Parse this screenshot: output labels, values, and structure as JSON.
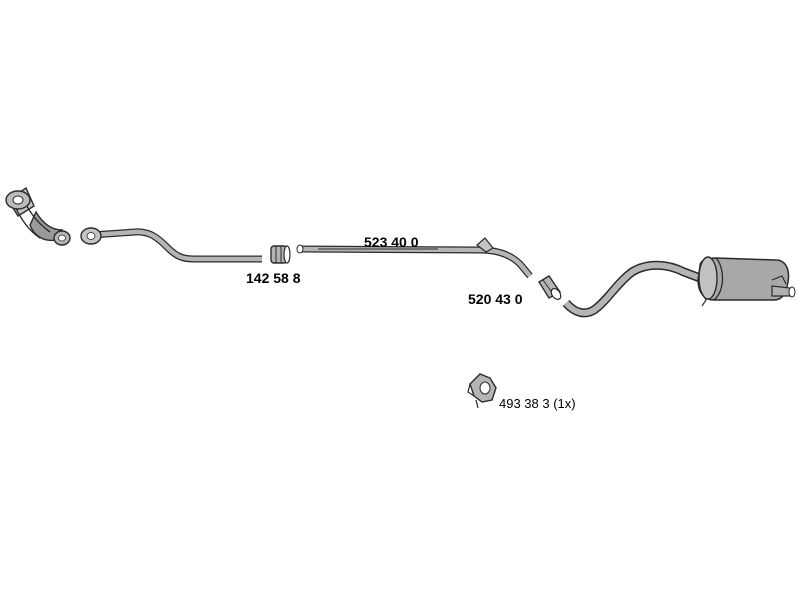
{
  "diagram": {
    "parts": [
      {
        "id": "manifold",
        "icon": "catalytic-manifold-icon",
        "visible_label": ""
      },
      {
        "id": "front-pipe",
        "icon": "front-pipe-icon",
        "visible_label": ""
      },
      {
        "id": "clamp-1",
        "icon": "clamp-icon",
        "visible_label": "142 58 8"
      },
      {
        "id": "middle-pipe",
        "icon": "middle-pipe-icon",
        "visible_label": "523 40 0"
      },
      {
        "id": "clamp-2",
        "icon": "clamp-icon",
        "visible_label": "520 43 0"
      },
      {
        "id": "rear-silencer",
        "icon": "rear-silencer-icon",
        "visible_label": ""
      },
      {
        "id": "rubber-mount",
        "icon": "rubber-mount-icon",
        "visible_label": "493 38 3 (1x)"
      }
    ],
    "labels": {
      "clamp_1": "142 58 8",
      "middle_pipe": "523 40 0",
      "clamp_2": "520 43 0",
      "mount": "493 38 3 (1x)"
    },
    "colors": {
      "pipe_fill": "#b5b5b5",
      "pipe_outline": "#2b2b2b",
      "background": "#ffffff"
    }
  }
}
